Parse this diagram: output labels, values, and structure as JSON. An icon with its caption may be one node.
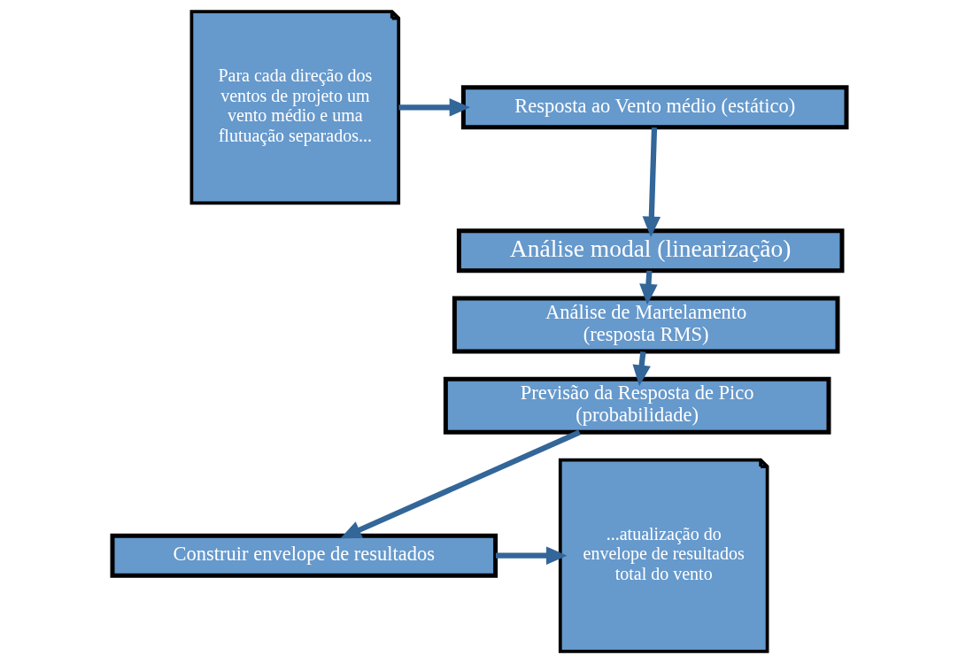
{
  "diagram": {
    "nodes": [
      {
        "text": [
          "Para cada direção dos ventos de projeto um vento médio e uma flutuação separados..."
        ]
      },
      {
        "text": [
          "Resposta ao Vento médio (estático)"
        ]
      },
      {
        "text": [
          "Análise modal (linearização)"
        ]
      },
      {
        "text": [
          "Análise de Martelamento",
          "(resposta RMS)"
        ]
      },
      {
        "text": [
          "Previsão da Resposta de Pico",
          "(probabilidade)"
        ]
      },
      {
        "text": [
          "Construir envelope de resultados"
        ]
      },
      {
        "text": [
          "...atualização do envelope de resultados total do vento"
        ]
      }
    ],
    "edges": [
      {
        "from": 0,
        "to": 1,
        "arrow": "to"
      },
      {
        "from": 1,
        "to": 2,
        "arrow": "to"
      },
      {
        "from": 2,
        "to": 3,
        "arrow": "to"
      },
      {
        "from": 3,
        "to": 4,
        "arrow": "to"
      },
      {
        "from": 4,
        "to": 5,
        "arrow": "to"
      },
      {
        "from": 5,
        "to": 6,
        "arrow": "to"
      }
    ]
  }
}
